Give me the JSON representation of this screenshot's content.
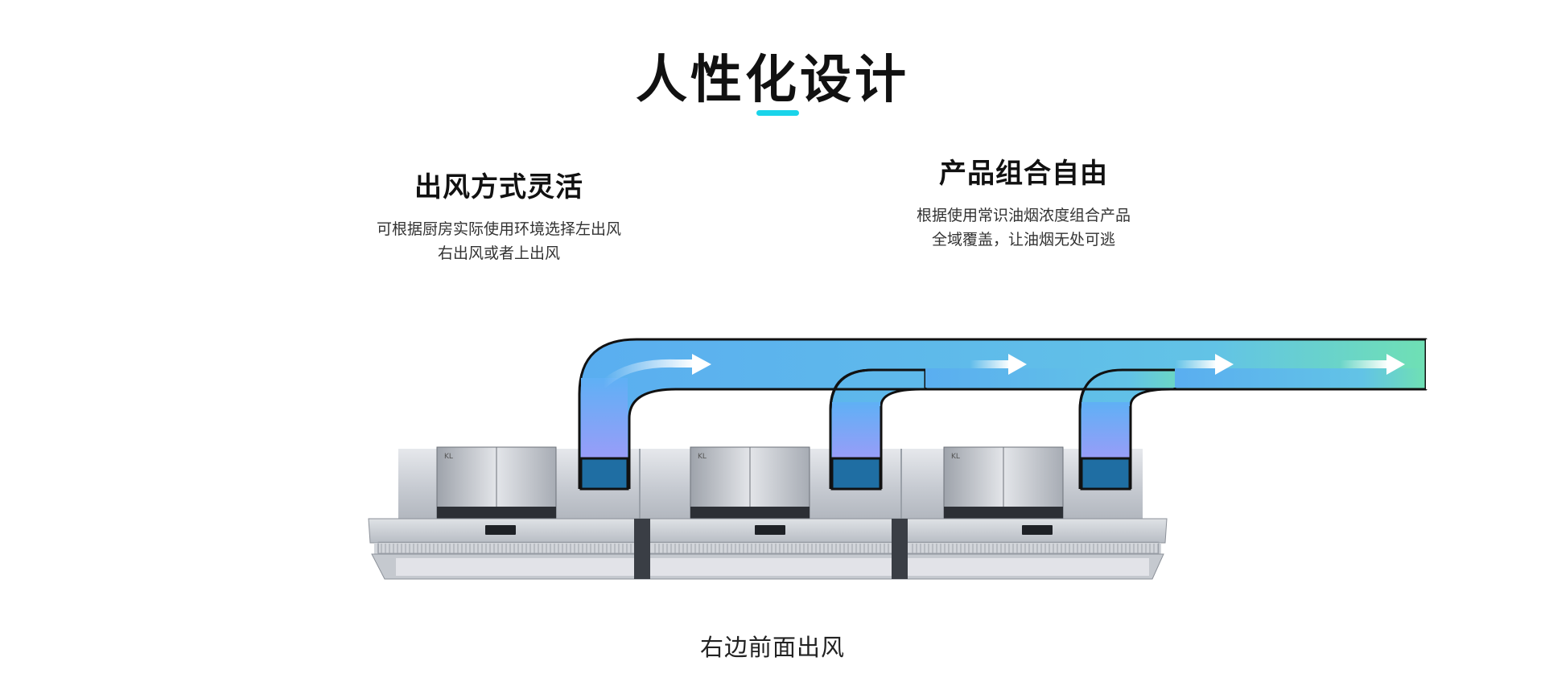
{
  "section": {
    "title": "人性化设计",
    "accent_color": "#1ad4ea"
  },
  "features": [
    {
      "title": "出风方式灵活",
      "desc_line1": "可根据厨房实际使用环境选择左出风",
      "desc_line2": "右出风或者上出风"
    },
    {
      "title": "产品组合自由",
      "desc_line1": "根据使用常识油烟浓度组合产品",
      "desc_line2": "全域覆盖，让油烟无处可逃"
    }
  ],
  "illustration": {
    "hood_count": 3,
    "duct_gradient": [
      "#5aaef0",
      "#6fd9c0"
    ],
    "riser_colors": [
      "#5fb0f5",
      "#9a9cf5"
    ],
    "duct_base_color": "#1f6ea3",
    "arrow_icon": "arrow-right-icon"
  },
  "caption": "右边前面出风"
}
